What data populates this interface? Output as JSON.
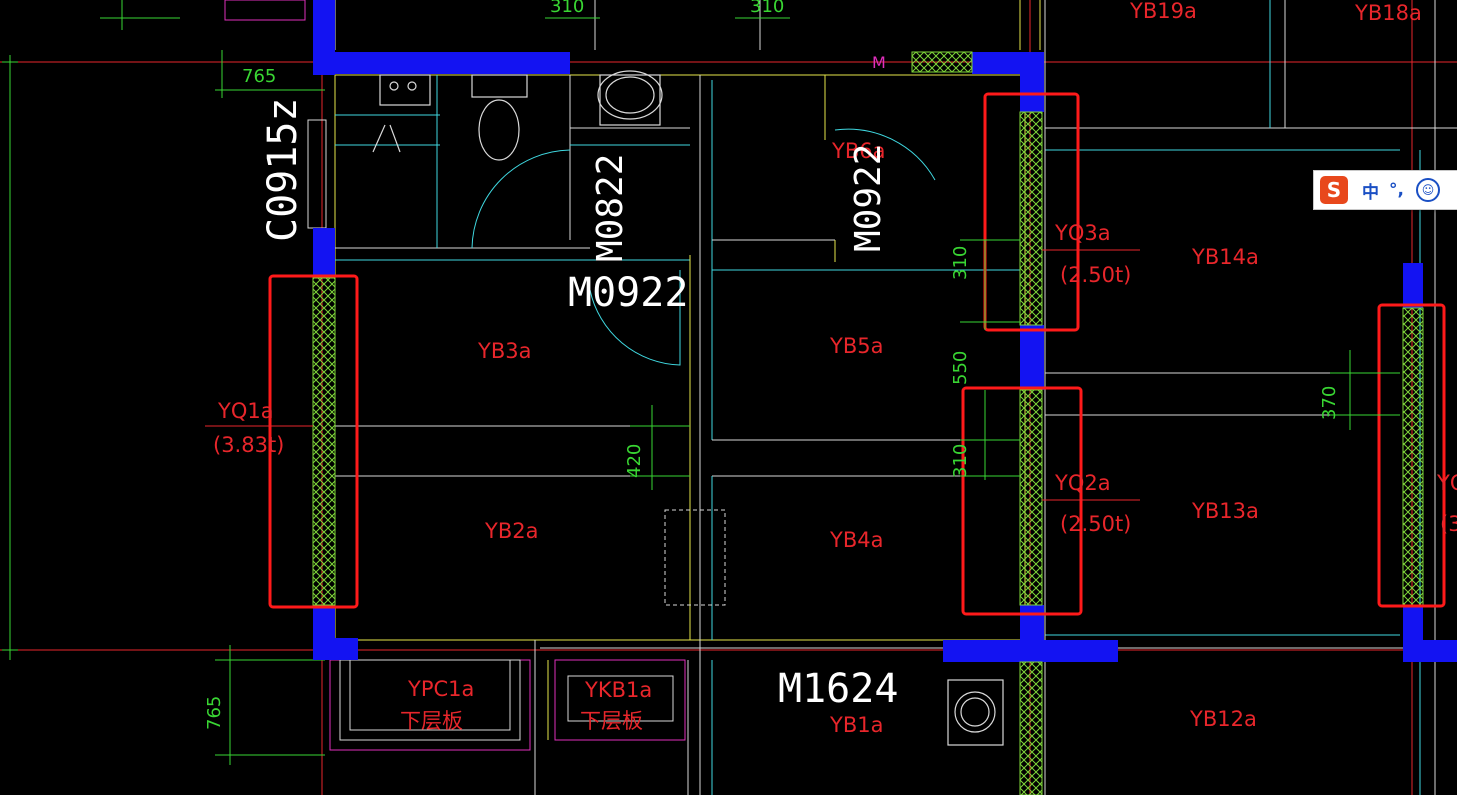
{
  "labels": {
    "yb19a": "YB19a",
    "yb18a": "YB18a",
    "yb14a": "YB14a",
    "yb13a": "YB13a",
    "yb12a": "YB12a",
    "yb3a": "YB3a",
    "yb2a": "YB2a",
    "yb5a": "YB5a",
    "yb4a": "YB4a",
    "yb1a": "YB1a",
    "yb6a": "YB6a",
    "yo1a": "YQ1a",
    "yo1a_w": "(3.83t)",
    "yo3a": "YQ3a",
    "yo3a_w": "(2.50t)",
    "yo2a": "YQ2a",
    "yo2a_w": "(2.50t)",
    "yo_right": "YQ",
    "yo_right_w": "(3",
    "ypc1a": "YPC1a",
    "ypc1a_sub": "下层板",
    "ykb1a": "YKB1a",
    "ykb1a_sub": "下层板",
    "c0915z": "C0915z",
    "m0822": "M0822",
    "m0922a": "M0922",
    "m0922b": "M0922",
    "m1624": "M1624",
    "m_small": "M"
  },
  "dimensions": {
    "d310a": "310",
    "d310b": "310",
    "d765a": "765",
    "d765b": "765",
    "d310c": "310",
    "d550": "550",
    "d310d": "310",
    "d420": "420",
    "d370": "370"
  },
  "ime": {
    "logo": "S",
    "lang": "中",
    "punct": "°,",
    "emoji": "☺"
  },
  "colors": {
    "wall": "#1313f2",
    "highlight": "#ff1a1a",
    "hatch": "#7fd63a",
    "line_yellow": "#e6e64a",
    "line_cyan": "#3fd8e0",
    "line_white": "#d9d9d9",
    "label_red": "#e8262b",
    "dim_green": "#39d633"
  }
}
